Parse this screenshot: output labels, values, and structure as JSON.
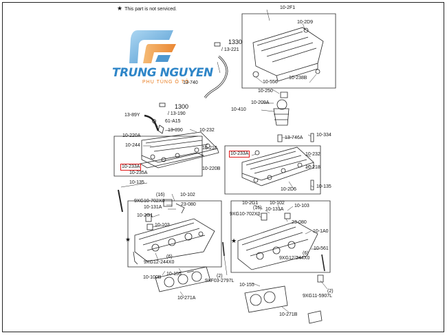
{
  "header": {
    "note_star": "★",
    "note_text": "This part is not serviced."
  },
  "logo": {
    "name": "TRUNG NGUYEN",
    "subtitle": "PHỤ TÙNG Ô TÔ"
  },
  "labels": {
    "l_10_2f1": "10-2F1",
    "l_10_2d9": "10-2D9",
    "l_1330": "1330",
    "l_13_221": "/ 13-221",
    "l_13_740": "13-740",
    "l_10_556": "10-556",
    "l_10_238b": "10-238B",
    "l_10_250": "10-250",
    "l_10_209a": "10-209A",
    "l_10_410": "10-410",
    "l_1300": "1300",
    "l_13_190": "/ 13-190",
    "l_13_89y": "13-89Y",
    "l_61_a15": "61-A15",
    "l_13_890": "13-890",
    "l_10_232_left": "10-232",
    "l_10_220a": "10-220A",
    "l_10_244": "10-244",
    "l_10_218_left": "10-218",
    "l_10_233a_left": "10-233A",
    "l_10_235a": "10-235A",
    "l_10_220b": "10-220B",
    "l_13_746a": "13-746A",
    "l_10_334": "10-334",
    "l_10_233a_right": "10-233A",
    "l_10_232_right": "10-232",
    "l_10_218_right": "10-218",
    "l_10_2d5": "10-2D5",
    "l_10_135_left": "10-135",
    "l_10_135_right": "10-135",
    "l_16_left": "(16)",
    "l_9xg10_left": "9XG10-702X0",
    "l_10_102_left": "10-102",
    "l_10_131a_left": "10-131A",
    "l_23_080_left": "23-080",
    "l_10_2g1_left": "10-2G1",
    "l_10_103_left": "10-103",
    "l_star_left": "★",
    "l_6_left": "(6)",
    "l_9xg12_left": "9XG12-244X0",
    "l_10_100b": "10-100B",
    "l_10_155_left": "10-155",
    "l_10_271a": "10-271A",
    "l_10_2g1_right": "10-2G1",
    "l_10_102_right": "10-102",
    "l_10_103_right": "10-103",
    "l_16_right": "(16)",
    "l_10_131a_right": "10-131A",
    "l_9xg10_right": "9XG10-702X0",
    "l_23_080_right": "23-080",
    "l_10_1a0": "10-1A0",
    "l_star_right": "★",
    "l_10_561": "10-561",
    "l_6_right": "(6)",
    "l_9xg12_right": "9XG12-244X0",
    "l_2_left": "(2)",
    "l_9xf03": "9XF03-2797L",
    "l_10_155_right": "10-155",
    "l_2_right": "(2)",
    "l_9xg11": "9XG11-5907L",
    "l_10_271b": "10-271B"
  },
  "colors": {
    "highlight": "#e01818",
    "logo_blue": "#2f86c8",
    "logo_orange": "#e87a1c",
    "line": "#222222"
  }
}
